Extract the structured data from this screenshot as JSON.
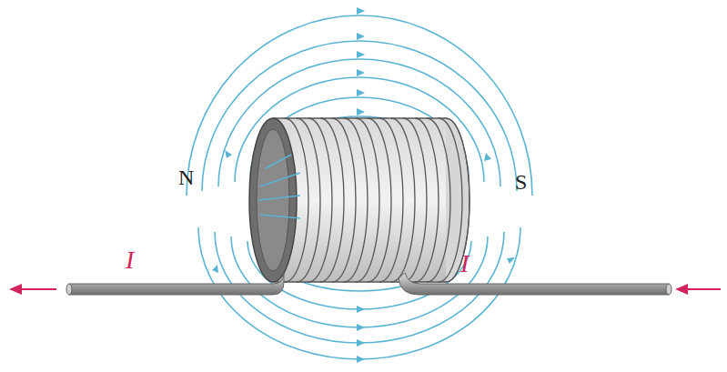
{
  "diagram": {
    "labels": [
      "N",
      "S",
      "I",
      "I"
    ]
  }
}
